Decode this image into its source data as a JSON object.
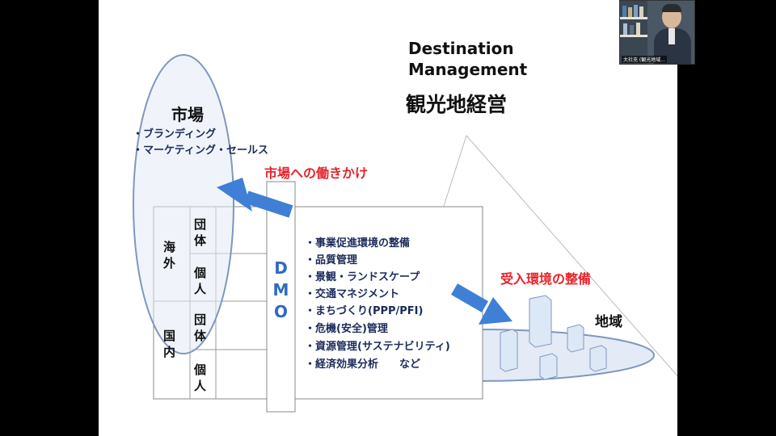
{
  "slide": {
    "title_en_line1": "Destination",
    "title_en_line2": "Management",
    "title_jp": "観光地経営",
    "market": {
      "title": "市場",
      "items": [
        "・ブランディング",
        "・マーケティング・セールス"
      ]
    },
    "market_action": "市場への働きかけ",
    "dmo_letters": [
      "D",
      "M",
      "O"
    ],
    "table": {
      "overseas": "海外",
      "domestic": "国内",
      "rows": [
        "団体",
        "個人",
        "団体",
        "個人"
      ]
    },
    "tasks": [
      "・事業促進環境の整備",
      "・品質管理",
      "・景観・ランドスケープ",
      "・交通マネジメント",
      "・まちづくり(PPP/PFI)",
      "・危機(安全)管理",
      "・資源管理(サステナビリティ)",
      "・経済効果分析　　など"
    ],
    "reception": "受入環境の整備",
    "region": "地域"
  },
  "webcam": {
    "name_label": "大社充 (観光地域..."
  },
  "colors": {
    "red": "#e8232a",
    "navy": "#1b2a5a",
    "arrow_blue": "#3f7fd6",
    "ellipse_fill": "#e4ebf6",
    "ellipse_stroke": "#7f97bf"
  }
}
